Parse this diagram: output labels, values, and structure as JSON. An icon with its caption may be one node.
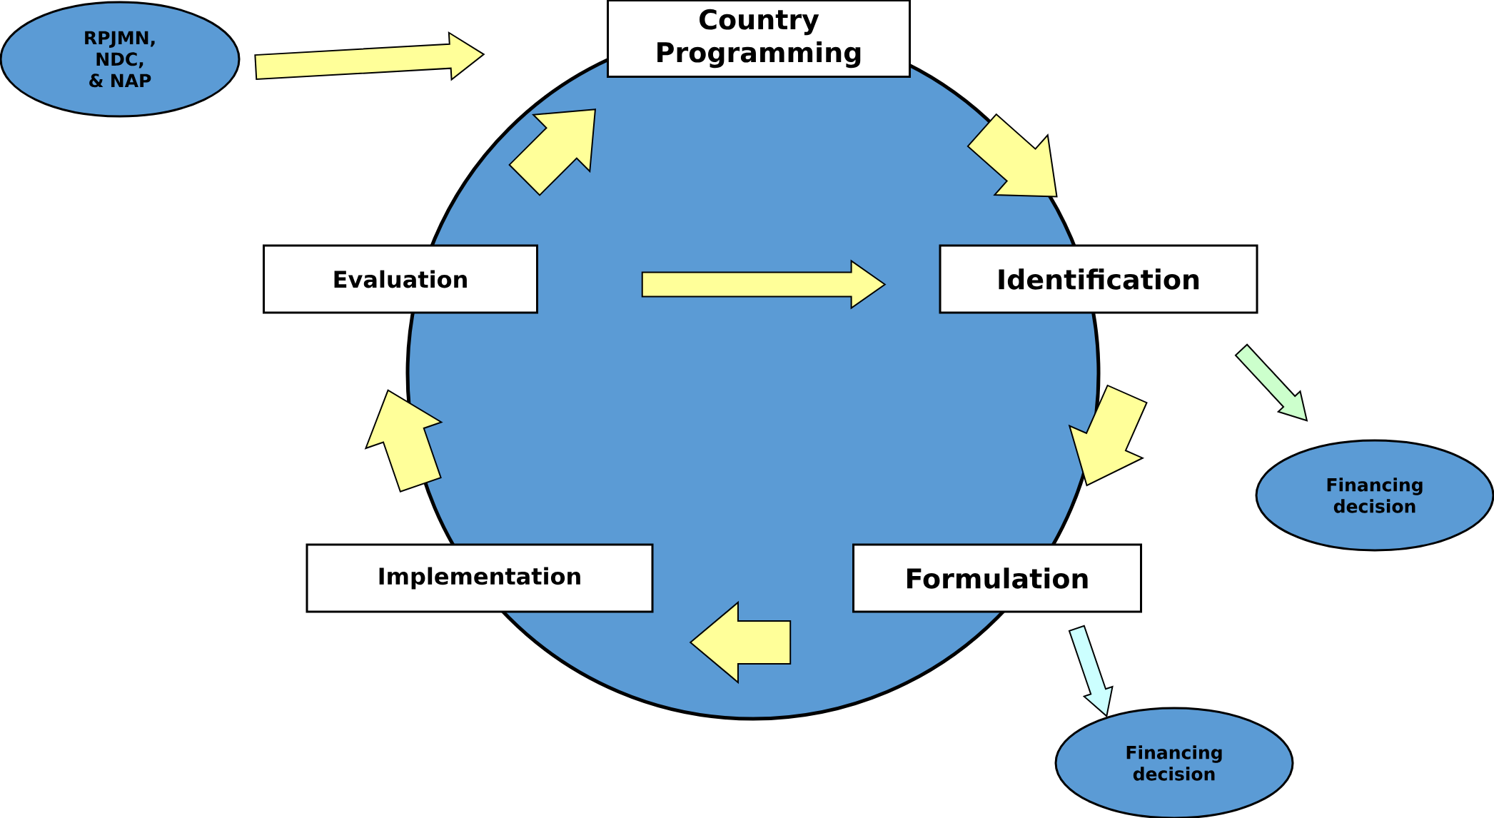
{
  "diagram": {
    "nodes": [
      {
        "text": [
          "RPJMN, NDC, & NAP"
        ]
      },
      {
        "text": [
          "Country Programming"
        ]
      },
      {
        "text": [
          "Evaluation"
        ]
      },
      {
        "text": [
          "Identification"
        ]
      },
      {
        "text": [
          "Formulation"
        ]
      },
      {
        "text": [
          "Implementation"
        ]
      },
      {
        "text": [
          "Financing decision"
        ]
      },
      {
        "text": [
          "Financing decision"
        ]
      }
    ],
    "edges": [
      {
        "from": 0,
        "to": 1,
        "arrow": "to"
      },
      {
        "from": 1,
        "to": 3,
        "arrow": "to"
      },
      {
        "from": 3,
        "to": 4,
        "arrow": "to"
      },
      {
        "from": 4,
        "to": 5,
        "arrow": "to"
      },
      {
        "from": 5,
        "to": 2,
        "arrow": "to"
      },
      {
        "from": 2,
        "to": 1,
        "arrow": "to"
      },
      {
        "from": 2,
        "to": 3,
        "arrow": "to"
      },
      {
        "from": 3,
        "to": 6,
        "arrow": "to",
        "color": "#ccffcc"
      },
      {
        "from": 4,
        "to": 7,
        "arrow": "to",
        "color": "#ccffff"
      }
    ]
  }
}
